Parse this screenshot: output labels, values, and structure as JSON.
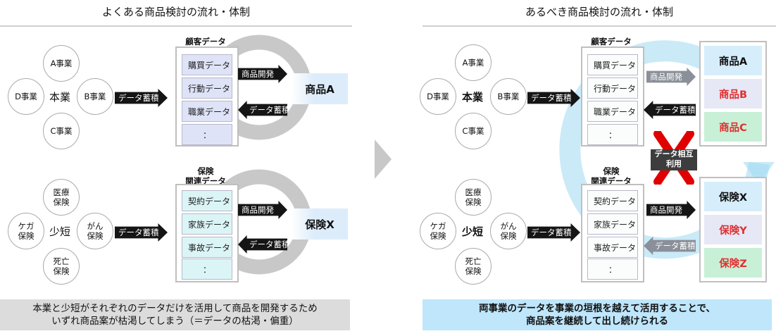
{
  "left": {
    "title": "よくある商品検討の流れ・体制",
    "group1": {
      "center": "本業",
      "bubbles": [
        "A事業",
        "B事業",
        "C事業",
        "D事業"
      ],
      "arrow_accumulate": "データ蓄積",
      "panel_label": "顧客データ",
      "cells": [
        "購買データ",
        "行動データ",
        "職業データ",
        "："
      ],
      "arrow_develop": "商品開発",
      "arrow_back": "データ蓄積",
      "product": "商品A"
    },
    "group2": {
      "center": "少短",
      "bubbles": [
        "医療\n保険",
        "がん\n保険",
        "死亡\n保険",
        "ケガ\n保険"
      ],
      "arrow_accumulate": "データ蓄積",
      "panel_label": "保険\n関連データ",
      "cells": [
        "契約データ",
        "家族データ",
        "事故データ",
        "："
      ],
      "arrow_develop": "商品開発",
      "arrow_back": "データ蓄積",
      "product": "保険X"
    },
    "caption": {
      "line1": "本業と少短がそれぞれのデータだけを活用して商品を開発するため",
      "line2": "いずれ商品案が枯渇してしまう（＝データの枯渇・偏重）"
    }
  },
  "right": {
    "title": "あるべき商品検討の流れ・体制",
    "group1": {
      "center": "本業",
      "bubbles": [
        "A事業",
        "B事業",
        "C事業",
        "D事業"
      ],
      "arrow_accumulate": "データ蓄積",
      "panel_label": "顧客データ",
      "cells": [
        "購買データ",
        "行動データ",
        "職業データ",
        "："
      ],
      "arrow_develop": "商品開発",
      "arrow_back": "データ蓄積",
      "products": [
        "商品A",
        "商品B",
        "商品C"
      ]
    },
    "group2": {
      "center": "少短",
      "bubbles": [
        "医療\n保険",
        "がん\n保険",
        "死亡\n保険",
        "ケガ\n保険"
      ],
      "arrow_accumulate": "データ蓄積",
      "panel_label": "保険\n関連データ",
      "cells": [
        "契約データ",
        "家族データ",
        "事故データ",
        "："
      ],
      "arrow_develop": "商品開発",
      "arrow_back": "データ蓄積",
      "products": [
        "保険X",
        "保険Y",
        "保険Z"
      ]
    },
    "mutual_label": "データ相互\n利用",
    "caption": {
      "line1": "両事業のデータを事業の垣根を越えて活用することで、",
      "line2": "商品案を継続して出し続けられる"
    }
  },
  "colors": {
    "header_line": "#cfcfcf",
    "blue_cell": "#dfe3f7",
    "teal_cell": "#dbf5f7",
    "product_light_blue": "#dcecfa",
    "cycle_gray": "#9a9a9a",
    "cycle_blue": "#9fd8f3",
    "red_text": "#e03030",
    "red_x": "#e00000",
    "caption_gray": "#dcdcdc",
    "caption_blue": "#bfe6fb",
    "tier_blue": "#d6eefb",
    "tier_green": "#c8f0d6",
    "tier_lavender": "#e6e8f6"
  }
}
